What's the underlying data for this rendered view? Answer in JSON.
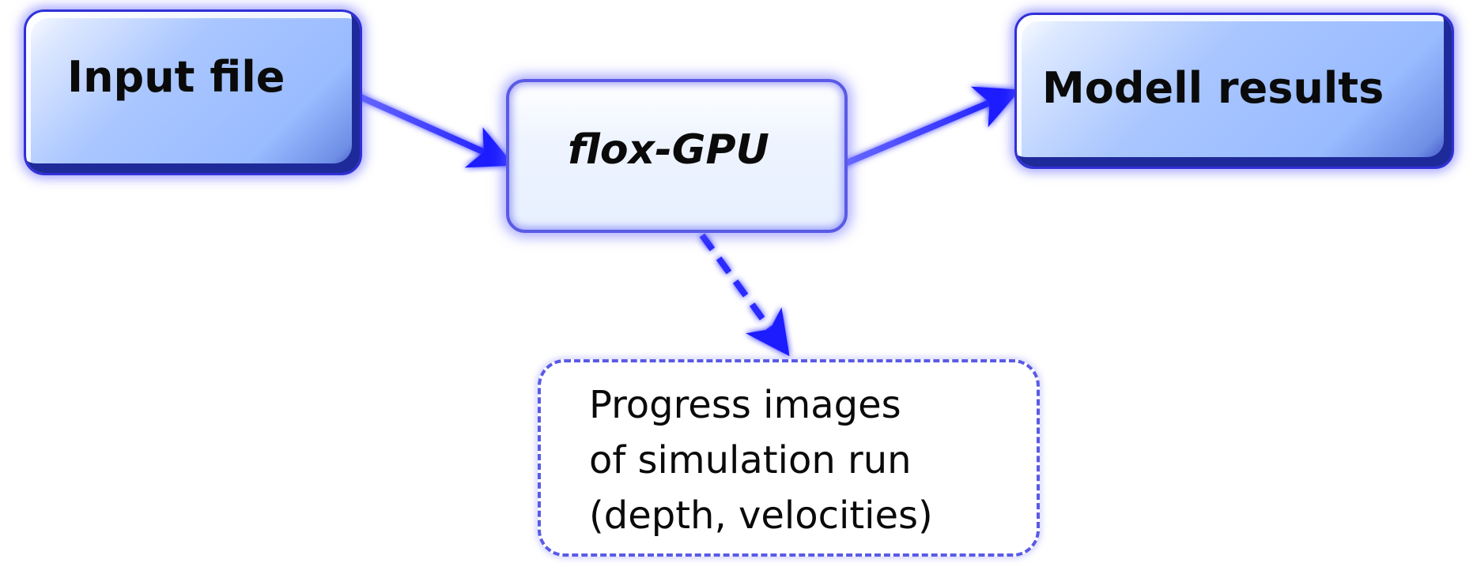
{
  "diagram": {
    "nodes": {
      "input": {
        "label": "Input file"
      },
      "flox": {
        "label": "flox-GPU"
      },
      "results": {
        "label": "Modell results"
      },
      "progress": {
        "lines": [
          "Progress images",
          "of simulation run",
          "(depth, velocities)"
        ]
      }
    },
    "edges": [
      {
        "from": "Input file",
        "to": "flox-GPU",
        "style": "solid"
      },
      {
        "from": "flox-GPU",
        "to": "Modell results",
        "style": "solid"
      },
      {
        "from": "flox-GPU",
        "to": "Progress images",
        "style": "dashed"
      }
    ]
  },
  "colors": {
    "box_fill": "#99bbff",
    "box_border": "#3030d8",
    "center_fill": "#eef4ff",
    "accent": "#2a2aff",
    "text": "#0a0a0a"
  }
}
